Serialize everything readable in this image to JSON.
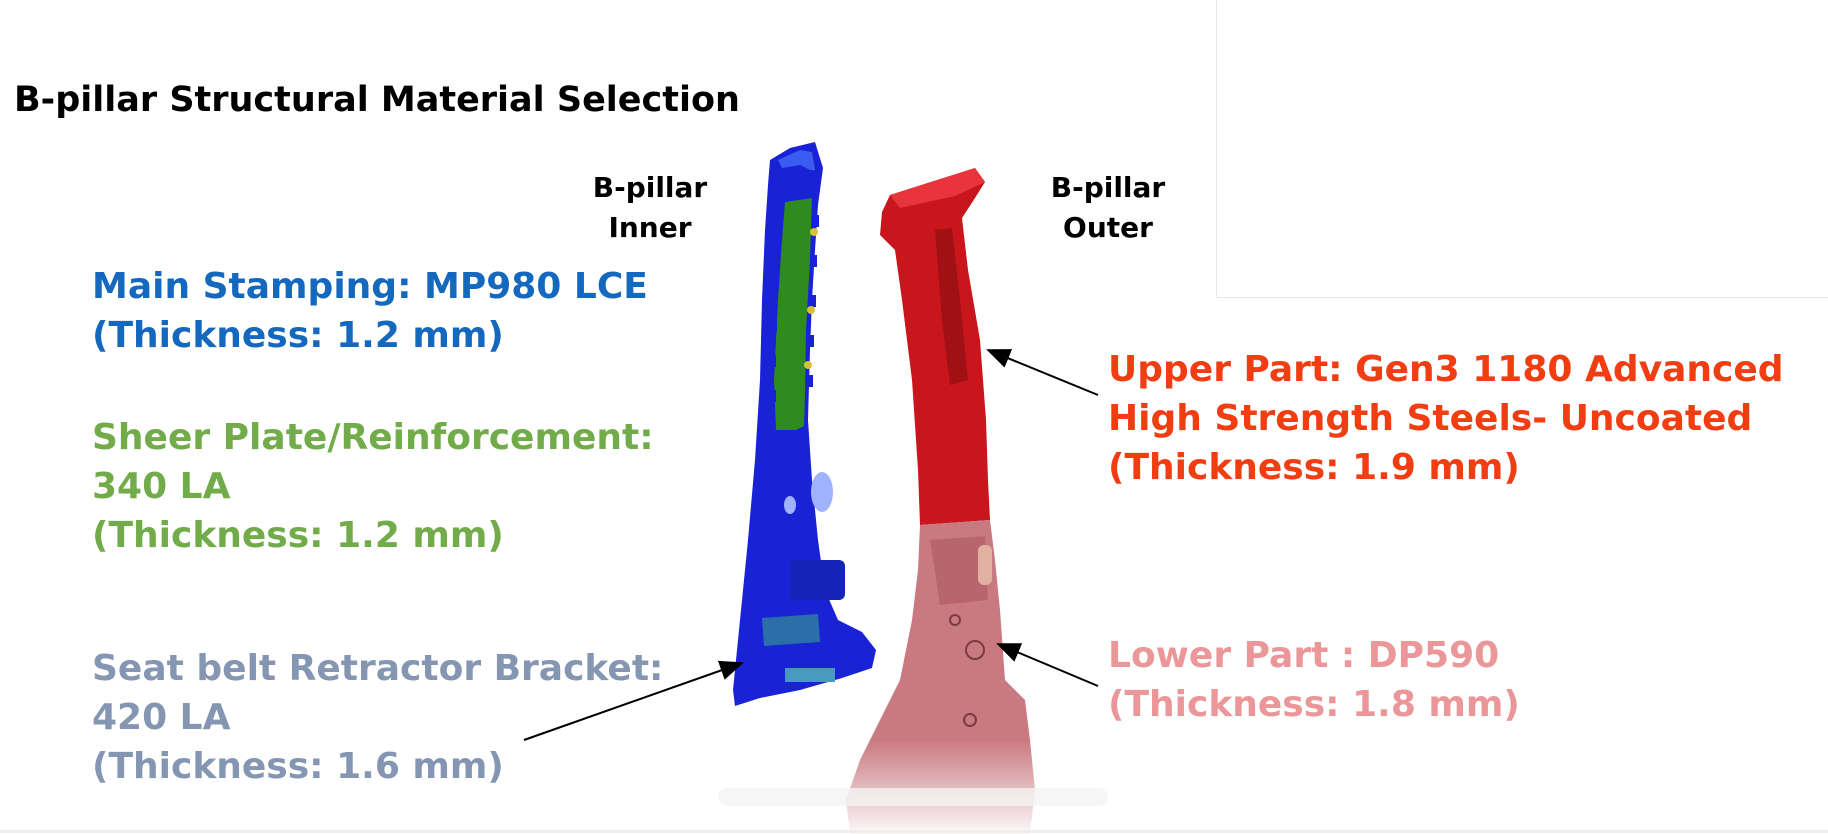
{
  "title": "B-pillar Structural Material Selection",
  "parts": {
    "inner_label": [
      "B-pillar",
      "Inner"
    ],
    "outer_label": [
      "B-pillar",
      "Outer"
    ]
  },
  "annotations": {
    "main_stamping": [
      "Main Stamping: MP980 LCE",
      "(Thickness: 1.2 mm)"
    ],
    "sheer_plate": [
      "Sheer Plate/Reinforcement:",
      "340 LA",
      "(Thickness: 1.2 mm)"
    ],
    "seat_belt": [
      "Seat belt Retractor Bracket:",
      "420 LA",
      "(Thickness: 1.6 mm)"
    ],
    "upper_part": [
      "Upper Part: Gen3 1180 Advanced",
      "High Strength Steels- Uncoated",
      "(Thickness: 1.9 mm)"
    ],
    "lower_part": [
      "Lower Part : DP590",
      "(Thickness: 1.8 mm)"
    ]
  },
  "colors": {
    "main_stamping": "#1468be",
    "sheer_plate": "#72ac4a",
    "seat_belt": "#8496b2",
    "upper_part": "#f03e12",
    "lower_part": "#eb9698",
    "inner_blue": "#1a22d6",
    "inner_green": "#2f8a20",
    "outer_red": "#c8161c",
    "outer_pink": "#c97a80"
  }
}
